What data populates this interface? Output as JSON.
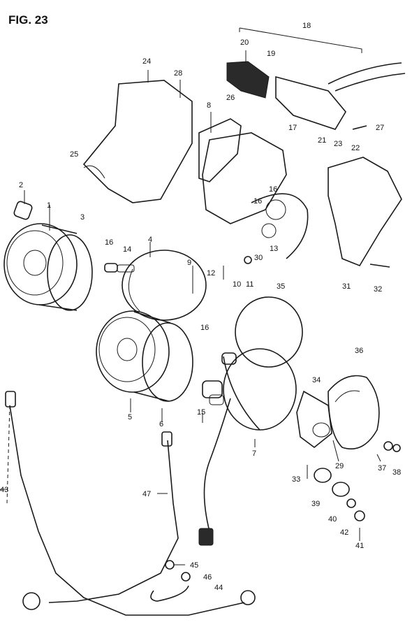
{
  "figure": {
    "title": "FIG. 23"
  },
  "callouts": [
    "1",
    "2",
    "3",
    "4",
    "5",
    "6",
    "7",
    "8",
    "9",
    "10",
    "11",
    "12",
    "13",
    "14",
    "15",
    "16",
    "16",
    "16",
    "16",
    "17",
    "18",
    "19",
    "20",
    "21",
    "22",
    "23",
    "24",
    "25",
    "26",
    "27",
    "28",
    "29",
    "30",
    "31",
    "32",
    "33",
    "34",
    "35",
    "36",
    "37",
    "38",
    "39",
    "40",
    "41",
    "42",
    "43",
    "44",
    "45",
    "46",
    "47"
  ]
}
